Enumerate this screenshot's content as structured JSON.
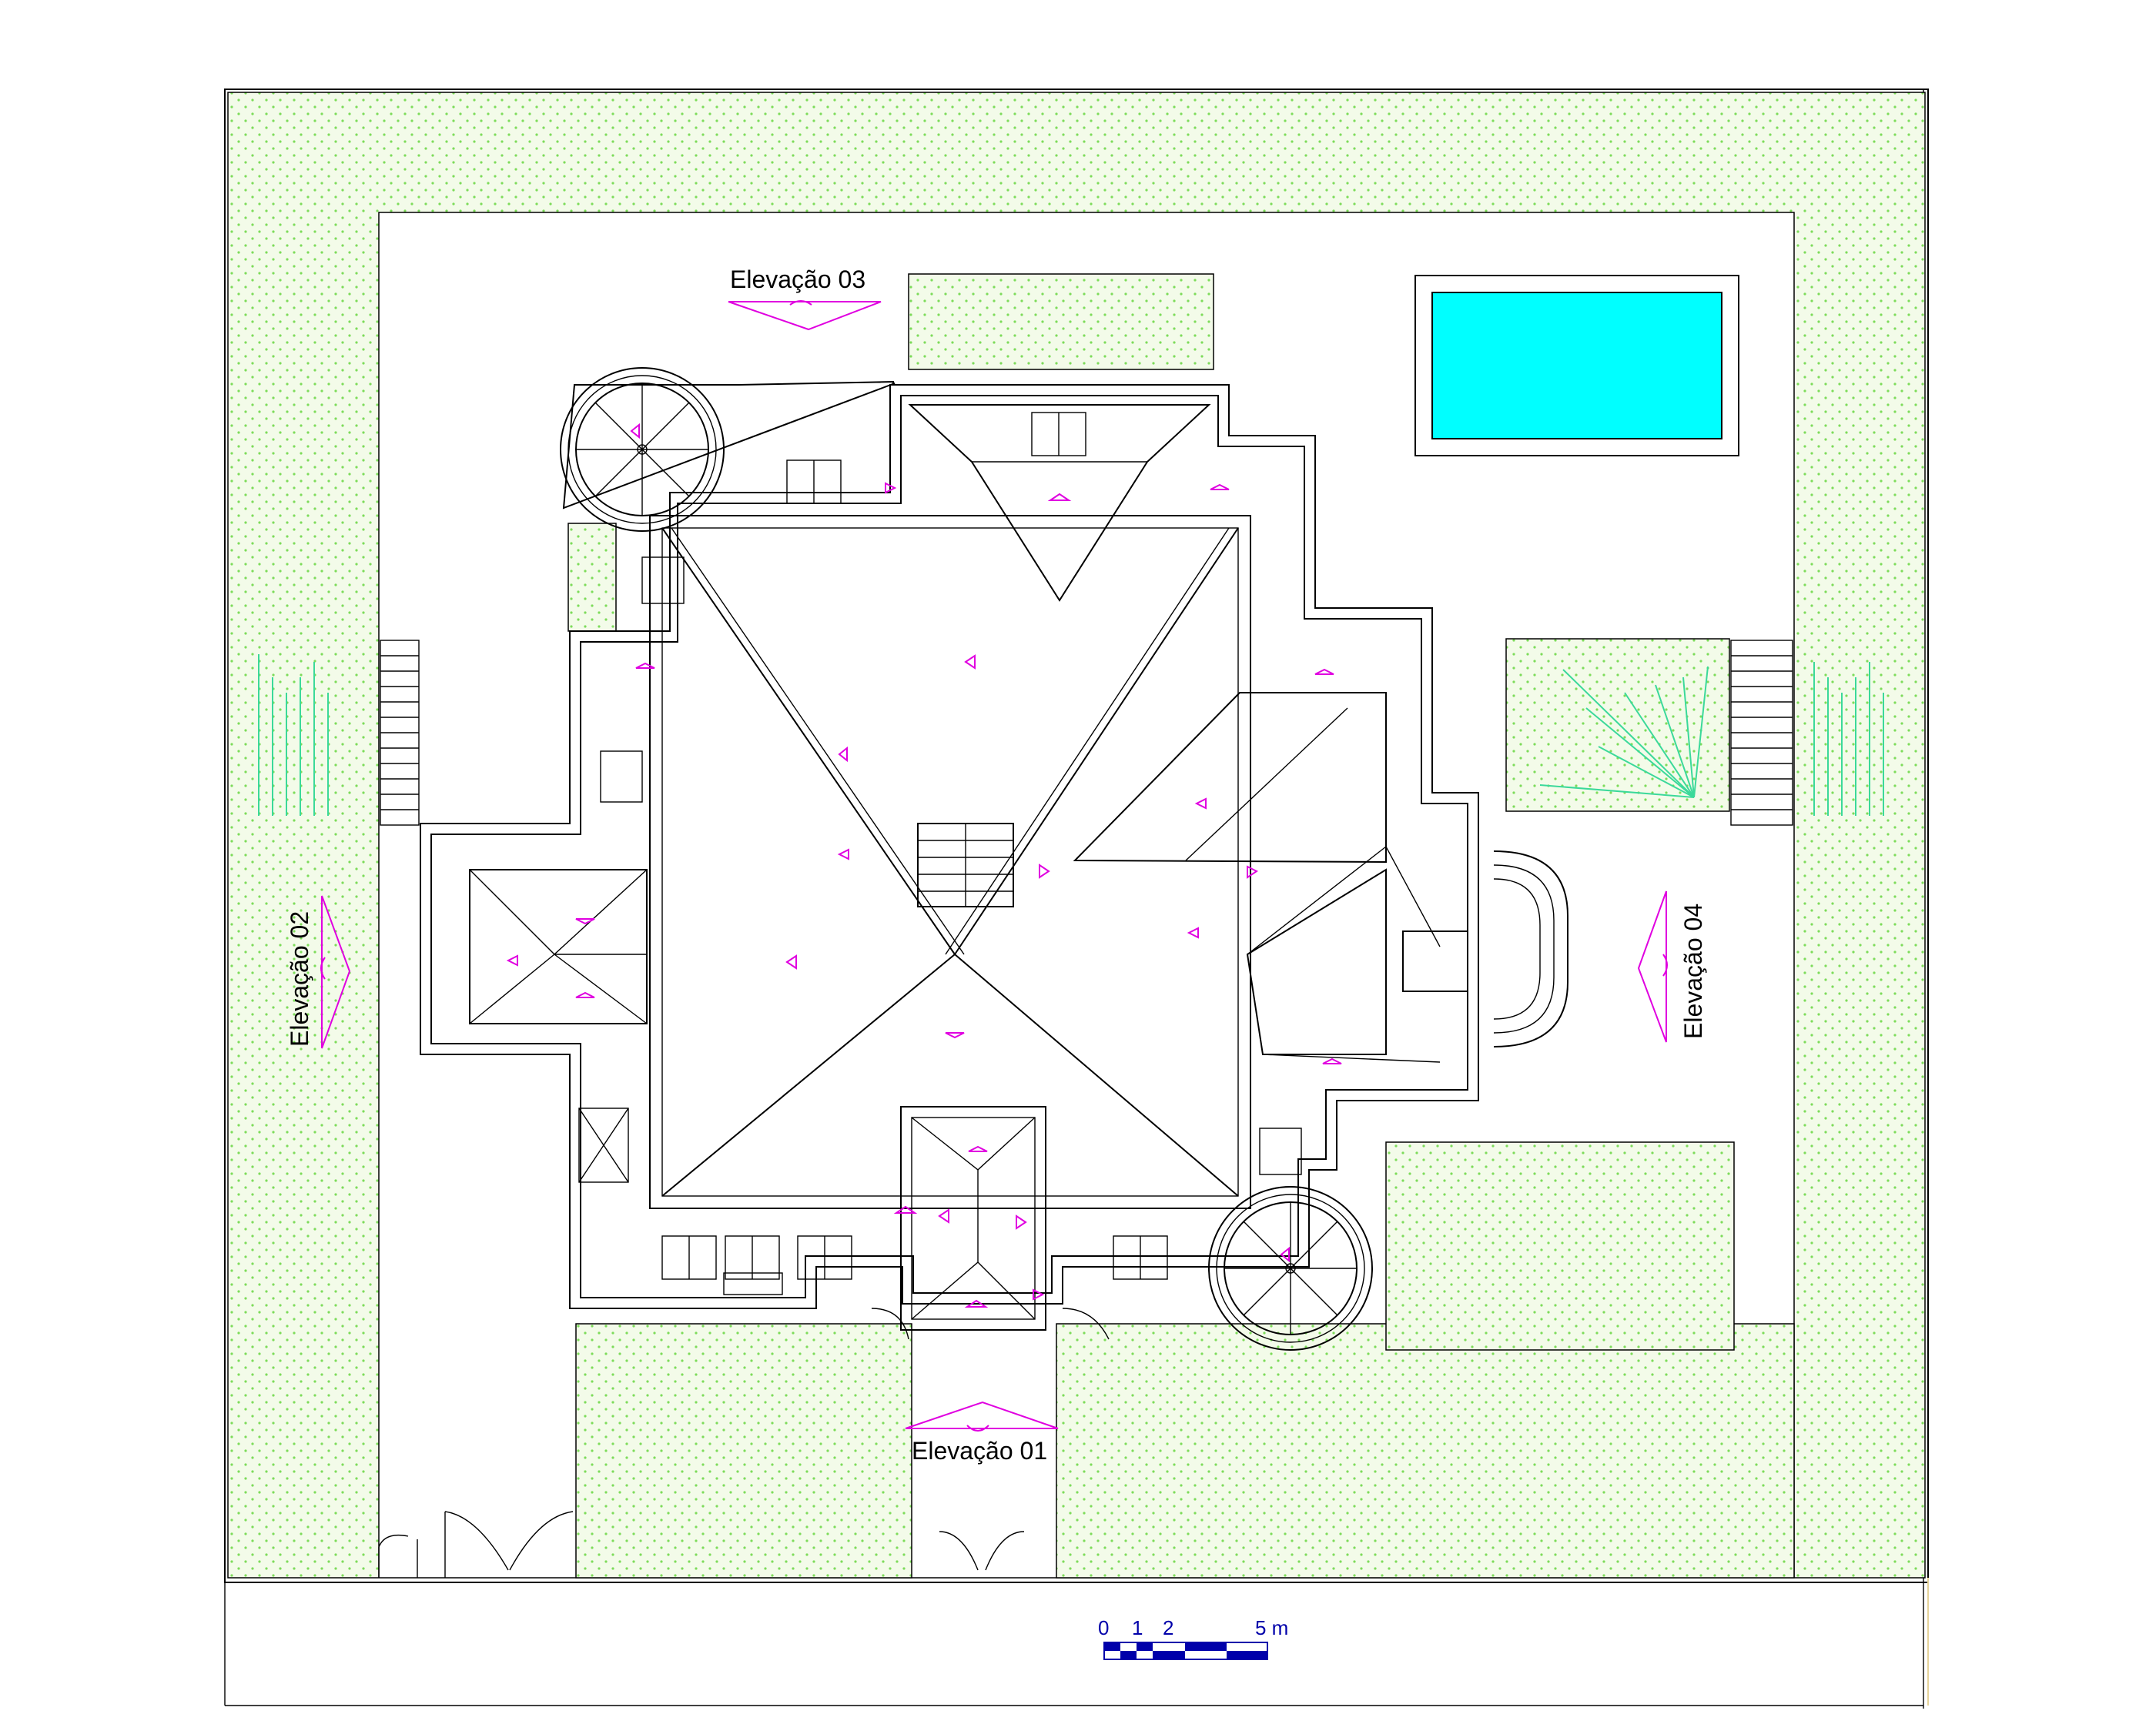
{
  "drawing": {
    "elevation_labels": {
      "e01": "Elevação 01",
      "e02": "Elevação 02",
      "e03": "Elevação 03",
      "e04": "Elevação 04"
    },
    "scale_bar": {
      "ticks": [
        "0",
        "1",
        "2",
        "5 m"
      ]
    }
  },
  "colors": {
    "lawn_fill": "#f3fbe9",
    "lawn_dots": "#7ddc5a",
    "pool_water": "#00ffff",
    "roof_lines": "#000000",
    "markers": "#e000e0",
    "scale_bar": "#0000aa",
    "hatch_lines": "#3bd99a"
  },
  "icons": {
    "elevation_marker": "triangle-arrow-icon",
    "skylight": "octagon-skylight-icon",
    "vent": "triangle-vent-icon",
    "scale": "scale-bar-icon"
  }
}
